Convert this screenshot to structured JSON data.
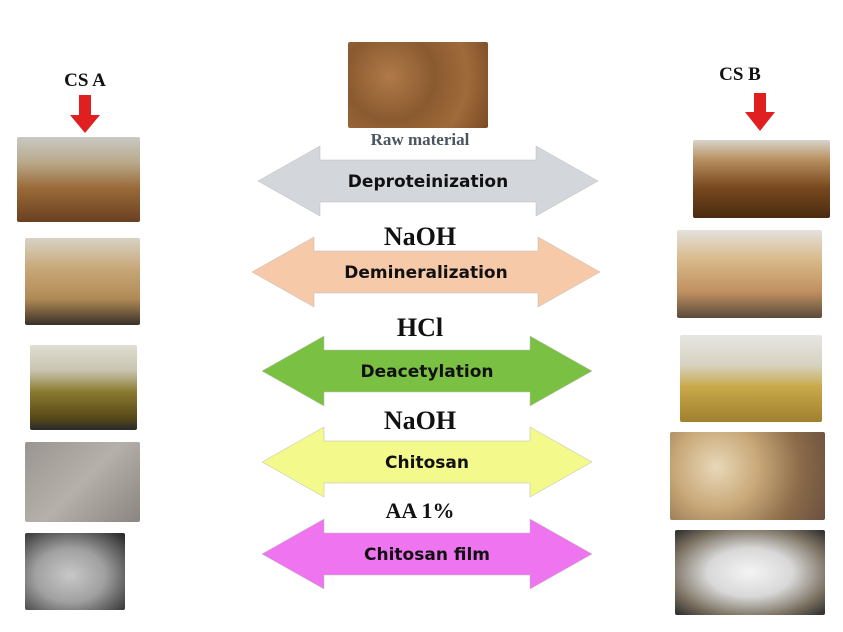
{
  "left_column": {
    "title": "CS A"
  },
  "right_column": {
    "title": "CS B"
  },
  "raw_material": "Raw material",
  "steps": [
    {
      "label": "Deproteinization",
      "color": "#d3d6db"
    },
    {
      "label": "Demineralization",
      "color": "#f6c9a8"
    },
    {
      "label": "Deacetylation",
      "color": "#7ac143"
    },
    {
      "label": "Chitosan",
      "color": "#f3f98a"
    },
    {
      "label": "Chitosan film",
      "color": "#ef74ef"
    }
  ],
  "reagents": [
    "NaOH",
    "HCl",
    "NaOH",
    "AA 1%"
  ],
  "colors": {
    "red_arrow": "#e02020"
  }
}
